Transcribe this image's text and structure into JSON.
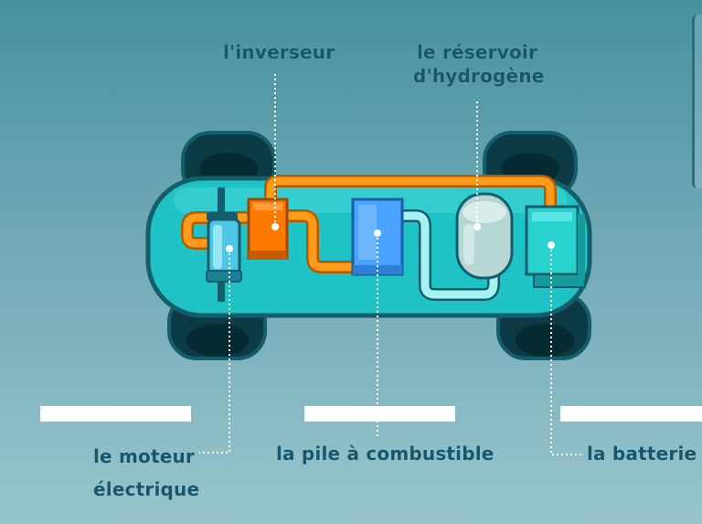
{
  "labels": {
    "inverseur": "l'inverseur",
    "reservoir_line1": "le réservoir",
    "reservoir_line2": "d'hydrogène",
    "moteur_line1": "le moteur",
    "moteur_line2": "électrique",
    "pile": "la pile à combustible",
    "batterie": "la batterie"
  },
  "colors": {
    "label_text": "#17566b",
    "car_body": "#1fc3c6",
    "car_outline": "#145e6b",
    "tire": "#0d3b45",
    "pipe_orange": "#ff9a1a",
    "pipe_cyan": "#a7f2f2",
    "inverter": "#ff7a00",
    "fuel_cell": "#4aa3ff",
    "tank": "#b5d6d2",
    "battery": "#27d2cf"
  }
}
